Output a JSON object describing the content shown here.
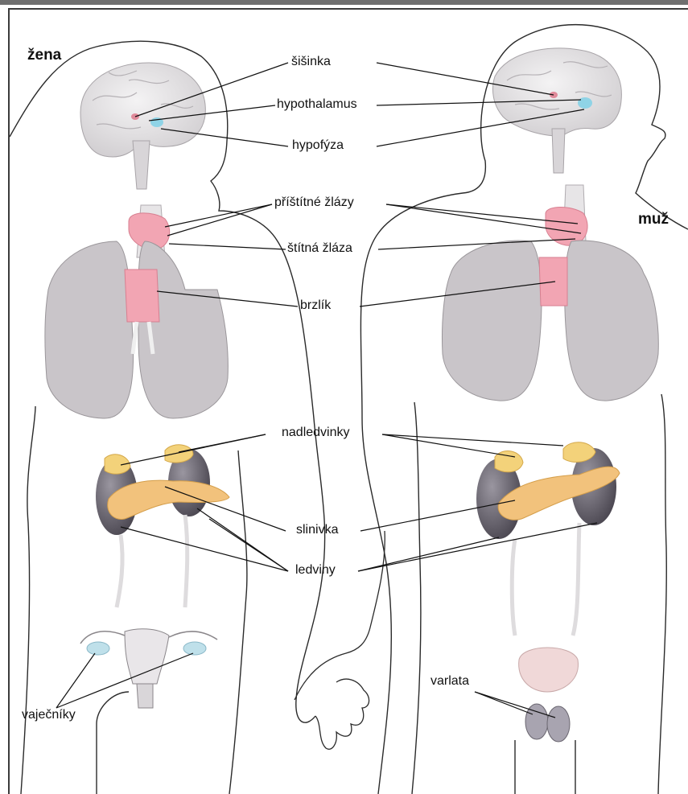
{
  "labels": {
    "zena": "žena",
    "muz": "muž",
    "sisinka": "šišinka",
    "hypothalamus": "hypothalamus",
    "hypofyza": "hypofýza",
    "pristitne": "příštítné žlázy",
    "stitna": "štítná žláza",
    "brzlik": "brzlík",
    "nadledvinky": "nadledvinky",
    "slinivka": "slinivka",
    "ledviny": "ledviny",
    "vajecniky": "vaječníky",
    "varlata": "varlata"
  },
  "colors": {
    "outline": "#2a2a2a",
    "lung": "#c9c5c9",
    "brain": "#e4e2e4",
    "thyroid": "#f2a5b3",
    "adrenal": "#f3d27a",
    "pancreas": "#f2c27c",
    "kidney": "#6a6670",
    "bladder": "#f0d8d8",
    "ovary": "#bfe0ea",
    "hypophysis": "#8fd3e6"
  }
}
